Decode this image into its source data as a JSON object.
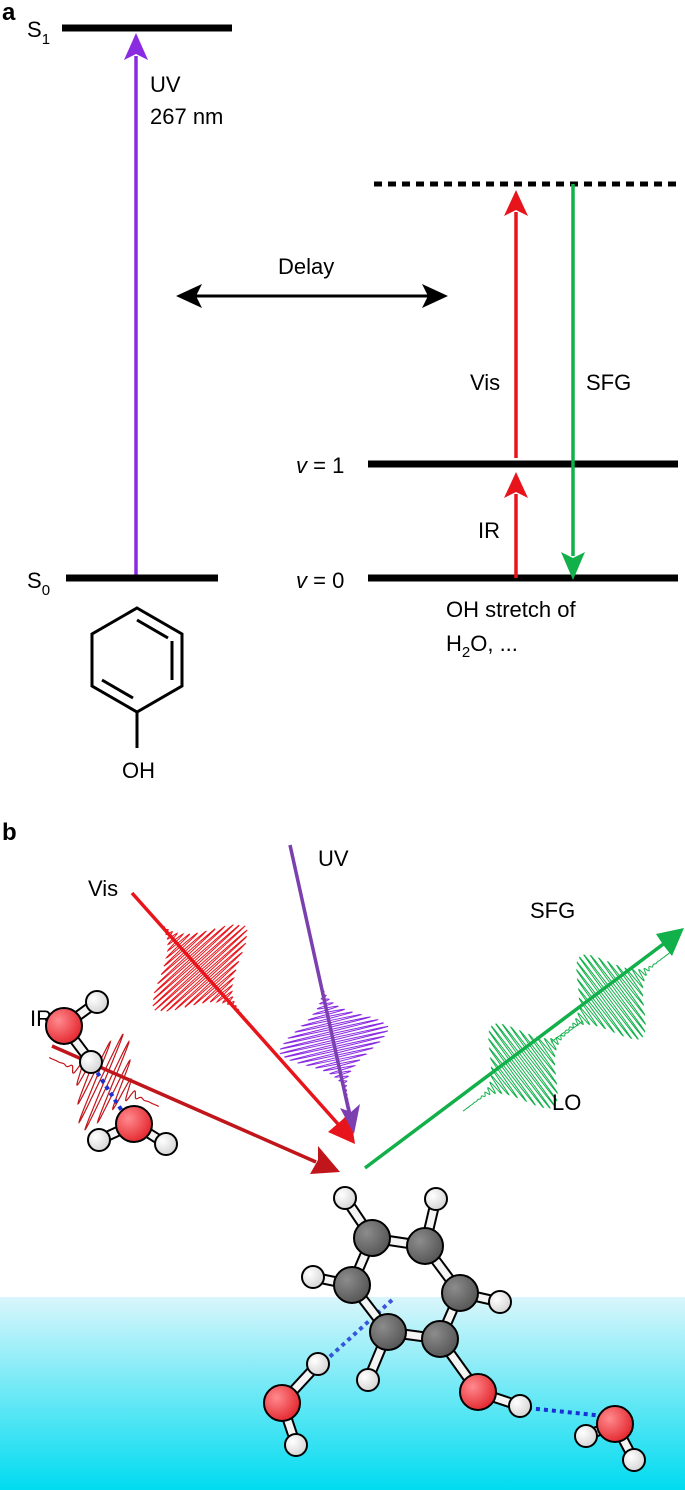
{
  "panel_a": {
    "label": "a",
    "s1": {
      "main": "S",
      "sub": "1"
    },
    "s0": {
      "main": "S",
      "sub": "0"
    },
    "uv_line1": "UV",
    "uv_line2": "267 nm",
    "delay": "Delay",
    "vis": "Vis",
    "sfg": "SFG",
    "ir": "IR",
    "v1": {
      "var": "v",
      "rest": " = 1"
    },
    "v0": {
      "var": "v",
      "rest": " = 0"
    },
    "oh_line1": "OH stretch of",
    "oh_line2": {
      "pre": "H",
      "sub": "2",
      "post": "O, ..."
    },
    "molecule_label": "OH"
  },
  "panel_b": {
    "label": "b",
    "vis": "Vis",
    "uv": "UV",
    "ir": "IR",
    "sfg": "SFG",
    "lo": "LO"
  },
  "colors": {
    "uv": "#8a2be2",
    "vis": "#e8141b",
    "ir": "#c0161b",
    "sfg": "#12b04a",
    "uv_b": "#7b3fb0",
    "oxygen": "#e8363c",
    "carbon": "#5f5f5f",
    "hydrogen": "#ececec",
    "hbond": "#1a2fd6",
    "water_top": "#d8f6fb",
    "water_bottom": "#00dcf0"
  }
}
